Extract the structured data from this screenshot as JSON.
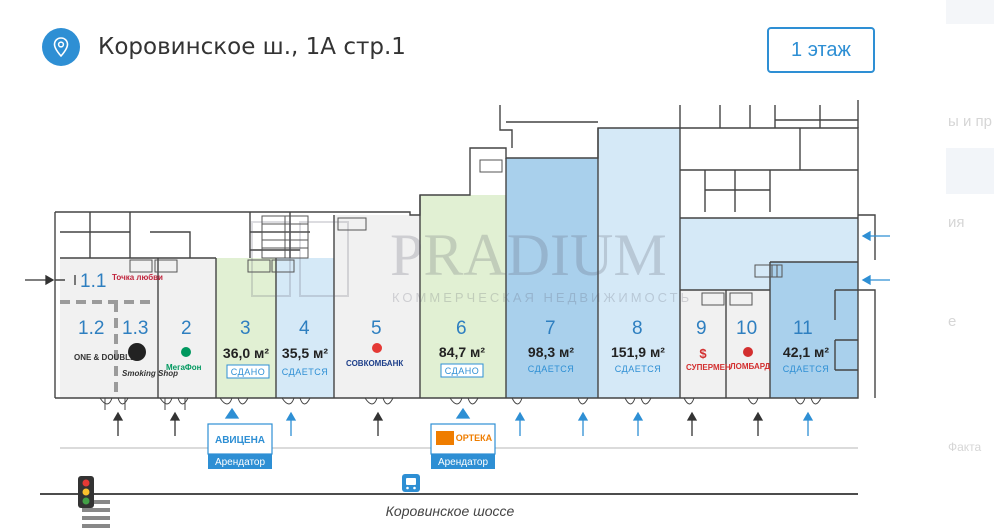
{
  "header": {
    "address": "Коровинское ш., 1А стр.1",
    "floor_button": "1 этаж",
    "location_icon": "location-pin-icon"
  },
  "colors": {
    "accent": "#2e8fd4",
    "rented": "#e1f0d3",
    "available": "#d5e9f7",
    "available_dark": "#a9d0ec",
    "occupied": "#f0f0f0"
  },
  "watermark": {
    "name": "PRADIUM",
    "sub": "КОММЕРЧЕСКАЯ НЕДВИЖИМОСТЬ"
  },
  "units": [
    {
      "id": "1.1",
      "brand": "Точка любви"
    },
    {
      "id": "1.2",
      "brand": "ONE & DOUBLE"
    },
    {
      "id": "1.3",
      "brand": "Smoking Shop"
    },
    {
      "id": "2",
      "brand": "МегаФон"
    },
    {
      "id": "3",
      "area": "36,0 м²",
      "status": "СДАНО"
    },
    {
      "id": "4",
      "area": "35,5 м²",
      "status": "СДАЕТСЯ"
    },
    {
      "id": "5",
      "brand": "СОВКОМБАНК"
    },
    {
      "id": "6",
      "area": "84,7 м²",
      "status": "СДАНО"
    },
    {
      "id": "7",
      "area": "98,3 м²",
      "status": "СДАЕТСЯ"
    },
    {
      "id": "8",
      "area": "151,9 м²",
      "status": "СДАЕТСЯ"
    },
    {
      "id": "9",
      "brand": "СУПЕРМЕН"
    },
    {
      "id": "10",
      "brand": "ЛОМБАРД"
    },
    {
      "id": "11",
      "area": "42,1 м²",
      "status": "СДАЕТСЯ"
    }
  ],
  "tenants": [
    {
      "brand": "АВИЦЕНА",
      "label": "Арендатор"
    },
    {
      "brand": "ОРТЕКА",
      "label": "Арендатор"
    }
  ],
  "street": "Коровинское шоссе",
  "right_panel": {
    "t1": "ы и пр",
    "t2": "ия",
    "t3": "е",
    "t4": "Факта"
  }
}
